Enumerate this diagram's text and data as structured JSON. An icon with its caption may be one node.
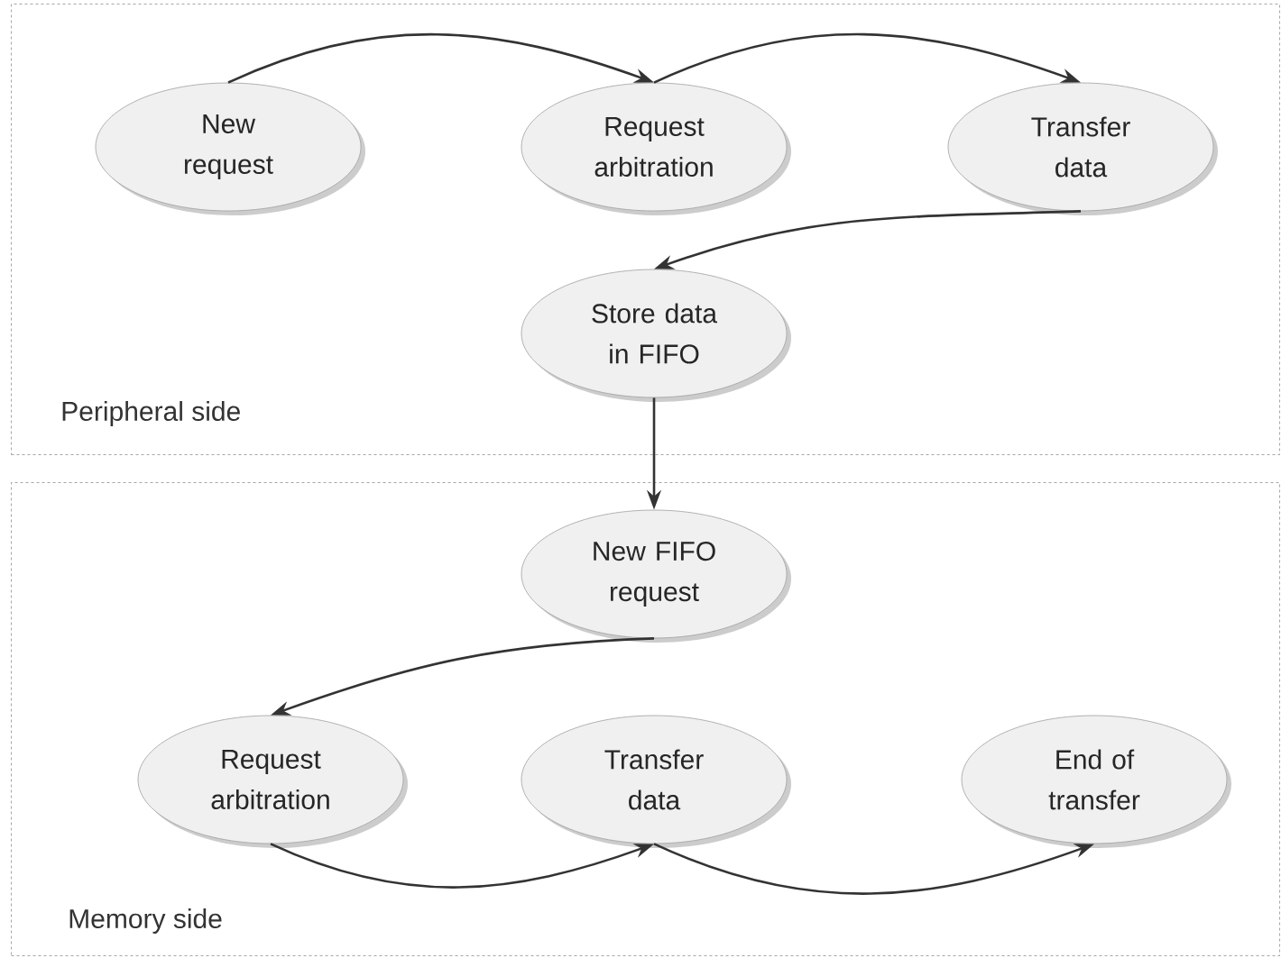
{
  "diagram": {
    "nodes": [
      {
        "text": [
          "Peripheral side"
        ]
      },
      {
        "text": [
          "New request"
        ],
        "in": 0
      },
      {
        "text": [
          "Request arbitration"
        ],
        "in": 0
      },
      {
        "text": [
          "Transfer data"
        ],
        "in": 0
      },
      {
        "text": [
          "Store data in FIFO"
        ],
        "in": 0
      },
      {
        "text": [
          "Memory side"
        ]
      },
      {
        "text": [
          "New FIFO request"
        ],
        "in": 5
      },
      {
        "text": [
          "Request arbitration"
        ],
        "in": 5
      },
      {
        "text": [
          "Transfer data"
        ],
        "in": 5
      },
      {
        "text": [
          "End of transfer"
        ],
        "in": 5
      }
    ],
    "edges": [
      {
        "from": 1,
        "to": 2,
        "arrow": "to"
      },
      {
        "from": 2,
        "to": 3,
        "arrow": "to"
      },
      {
        "from": 3,
        "to": 4,
        "arrow": "to"
      },
      {
        "from": 4,
        "to": 6,
        "arrow": "to"
      },
      {
        "from": 6,
        "to": 7,
        "arrow": "to"
      },
      {
        "from": 7,
        "to": 8,
        "arrow": "to"
      },
      {
        "from": 8,
        "to": 9,
        "arrow": "to"
      }
    ]
  }
}
